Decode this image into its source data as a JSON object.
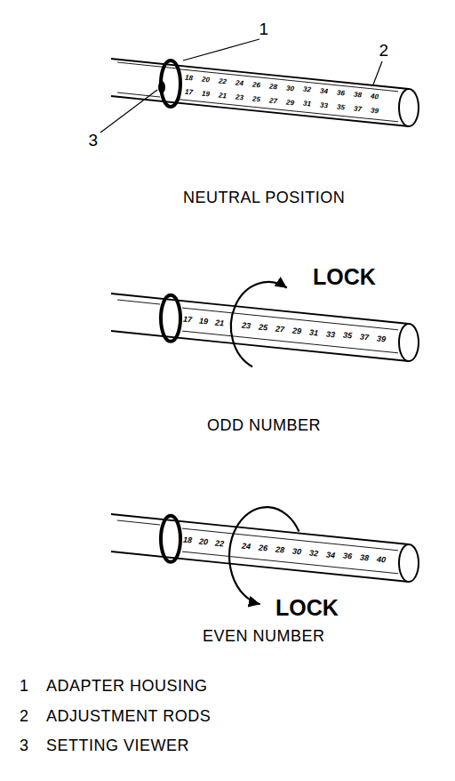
{
  "diagram": {
    "labels": [
      "1",
      "2",
      "3",
      "18",
      "20",
      "22",
      "24",
      "26",
      "28",
      "30",
      "32",
      "34",
      "36",
      "38",
      "40",
      "17",
      "19",
      "21",
      "23",
      "25",
      "27",
      "29",
      "31",
      "33",
      "35",
      "37",
      "39",
      "NEUTRAL POSITION",
      "17",
      "19",
      "21",
      "23",
      "25",
      "27",
      "29",
      "31",
      "33",
      "35",
      "37",
      "39",
      "LOCK",
      "ODD NUMBER",
      "18",
      "20",
      "22",
      "24",
      "26",
      "28",
      "30",
      "32",
      "34",
      "36",
      "38",
      "40",
      "LOCK",
      "EVEN NUMBER",
      "1",
      "ADAPTER HOUSING",
      "2",
      "ADJUSTMENT RODS",
      "3",
      "SETTING VIEWER"
    ]
  }
}
